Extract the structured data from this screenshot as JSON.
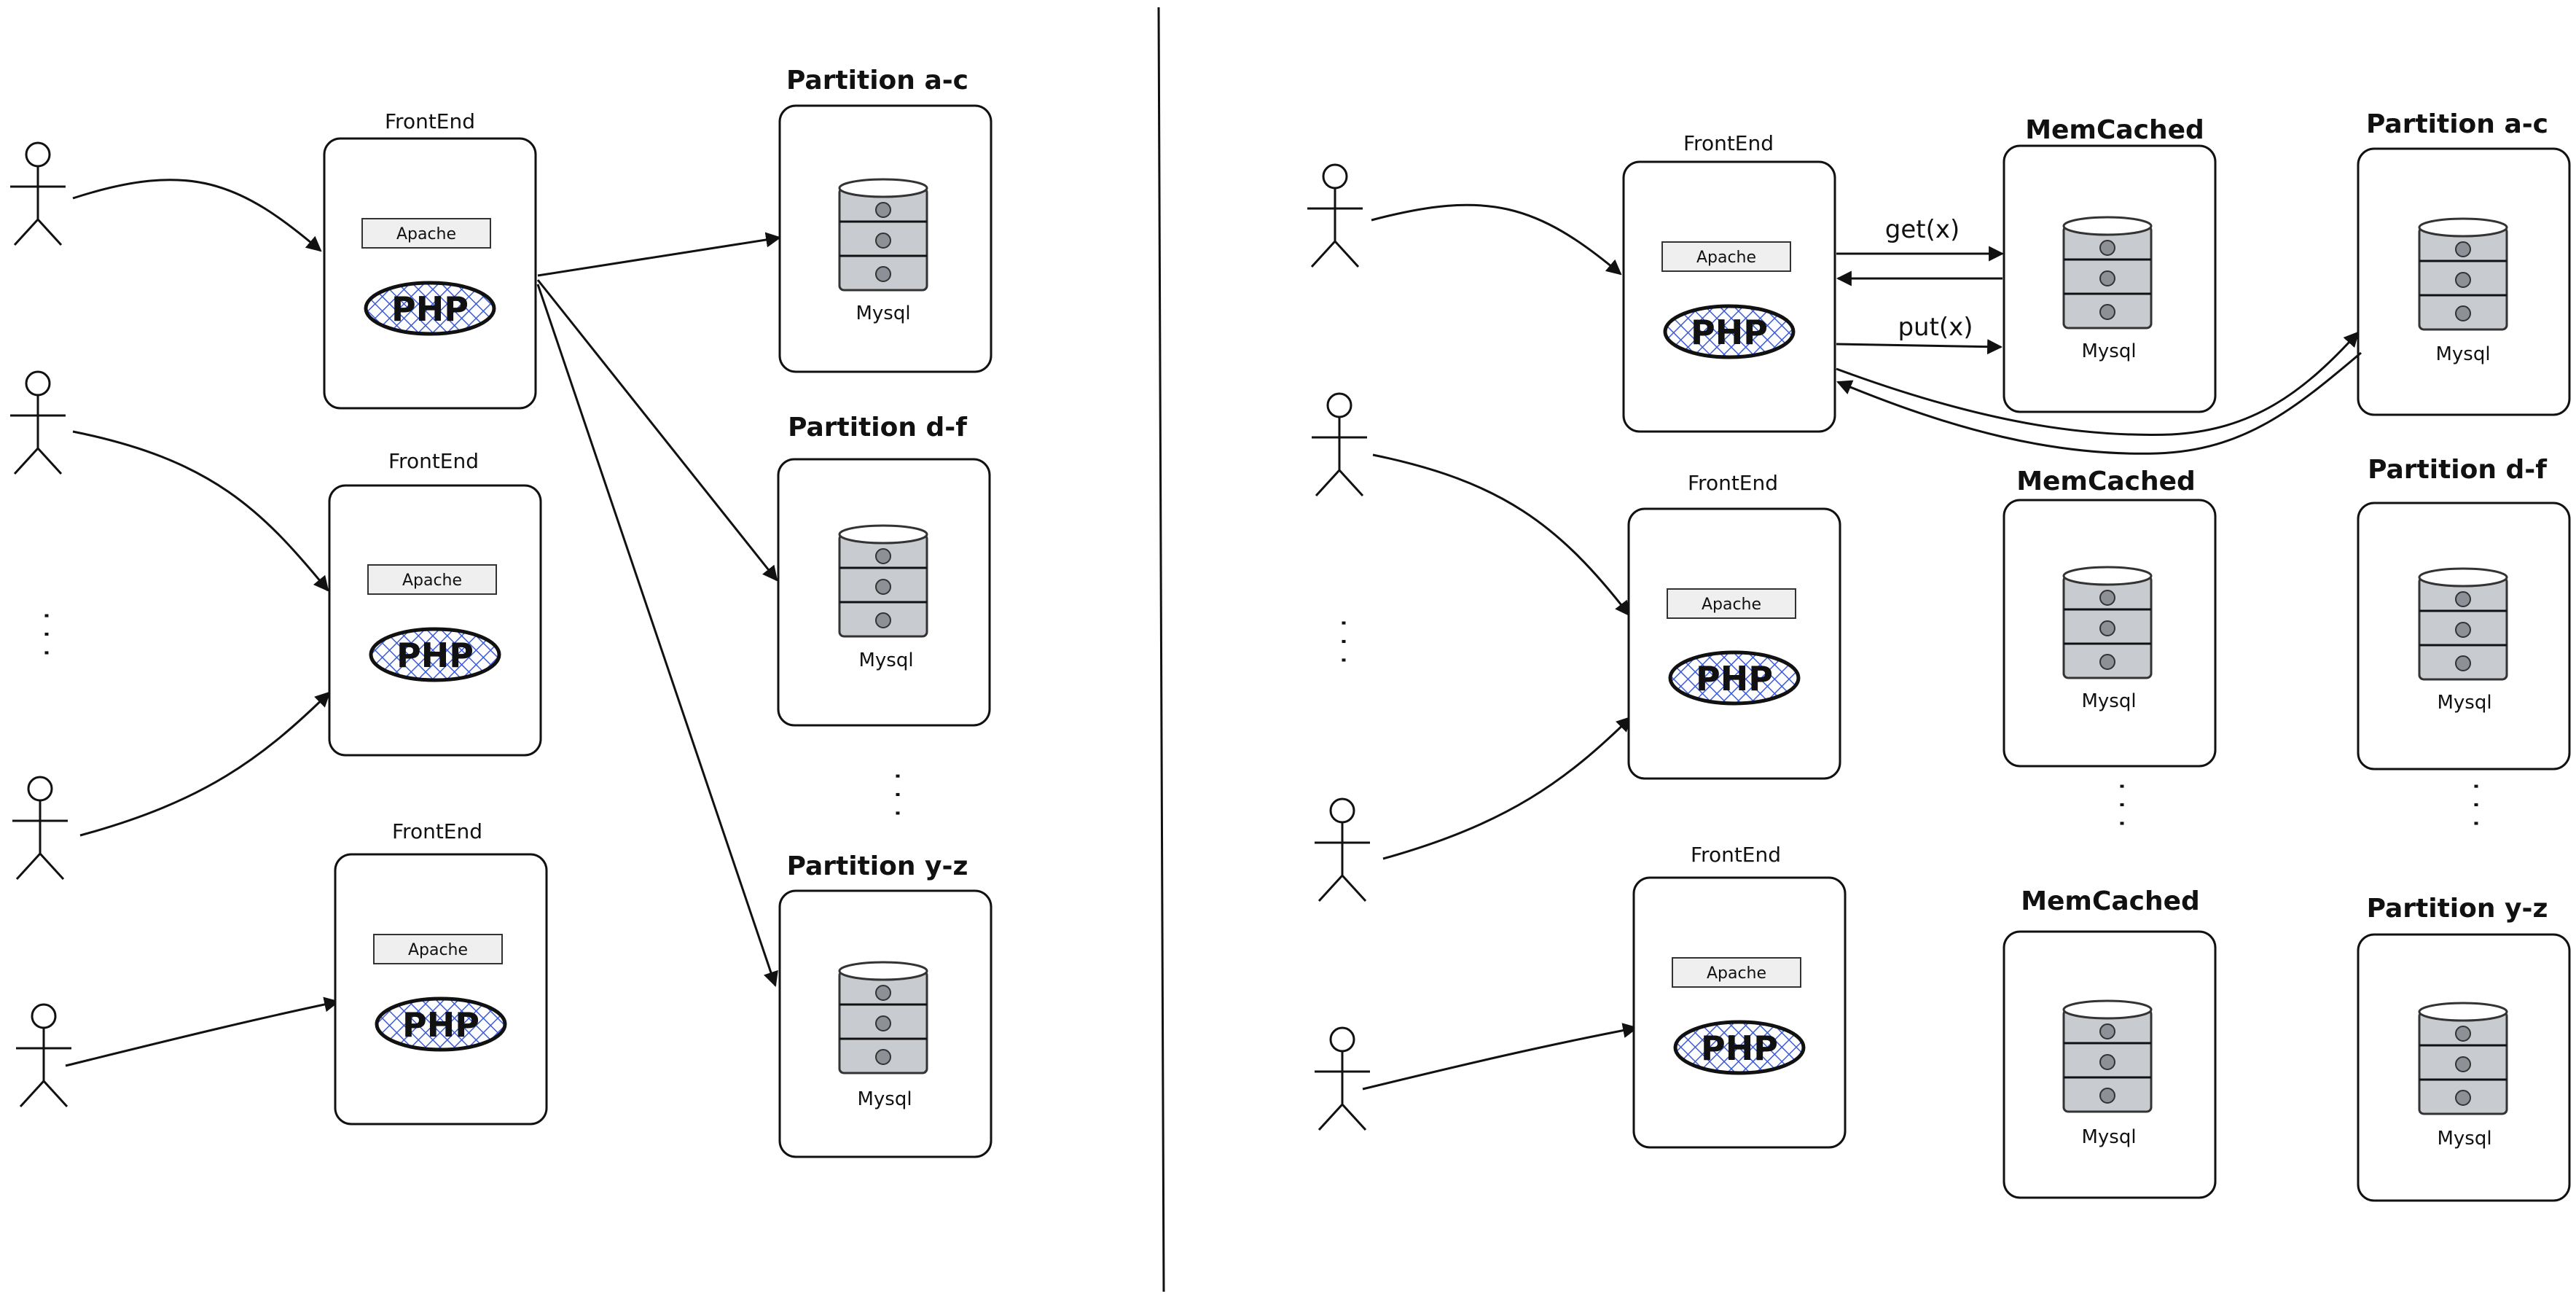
{
  "labels": {
    "frontend": "FrontEnd",
    "apache": "Apache",
    "php": "PHP",
    "mysql": "Mysql",
    "memcached": "MemCached",
    "partition_ac": "Partition a-c",
    "partition_df": "Partition d-f",
    "partition_yz": "Partition y-z",
    "get": "get(x)",
    "put": "put(x)",
    "ellipsis": "·  ·  ·"
  },
  "colors": {
    "ink": "#111111",
    "db_gray": "#c8ccd1",
    "php_hatch": "#3b5bdb",
    "apache_fill": "#efefef"
  },
  "icons": {
    "user": "stick-figure-icon",
    "database": "database-icon",
    "php": "php-logo-icon"
  }
}
